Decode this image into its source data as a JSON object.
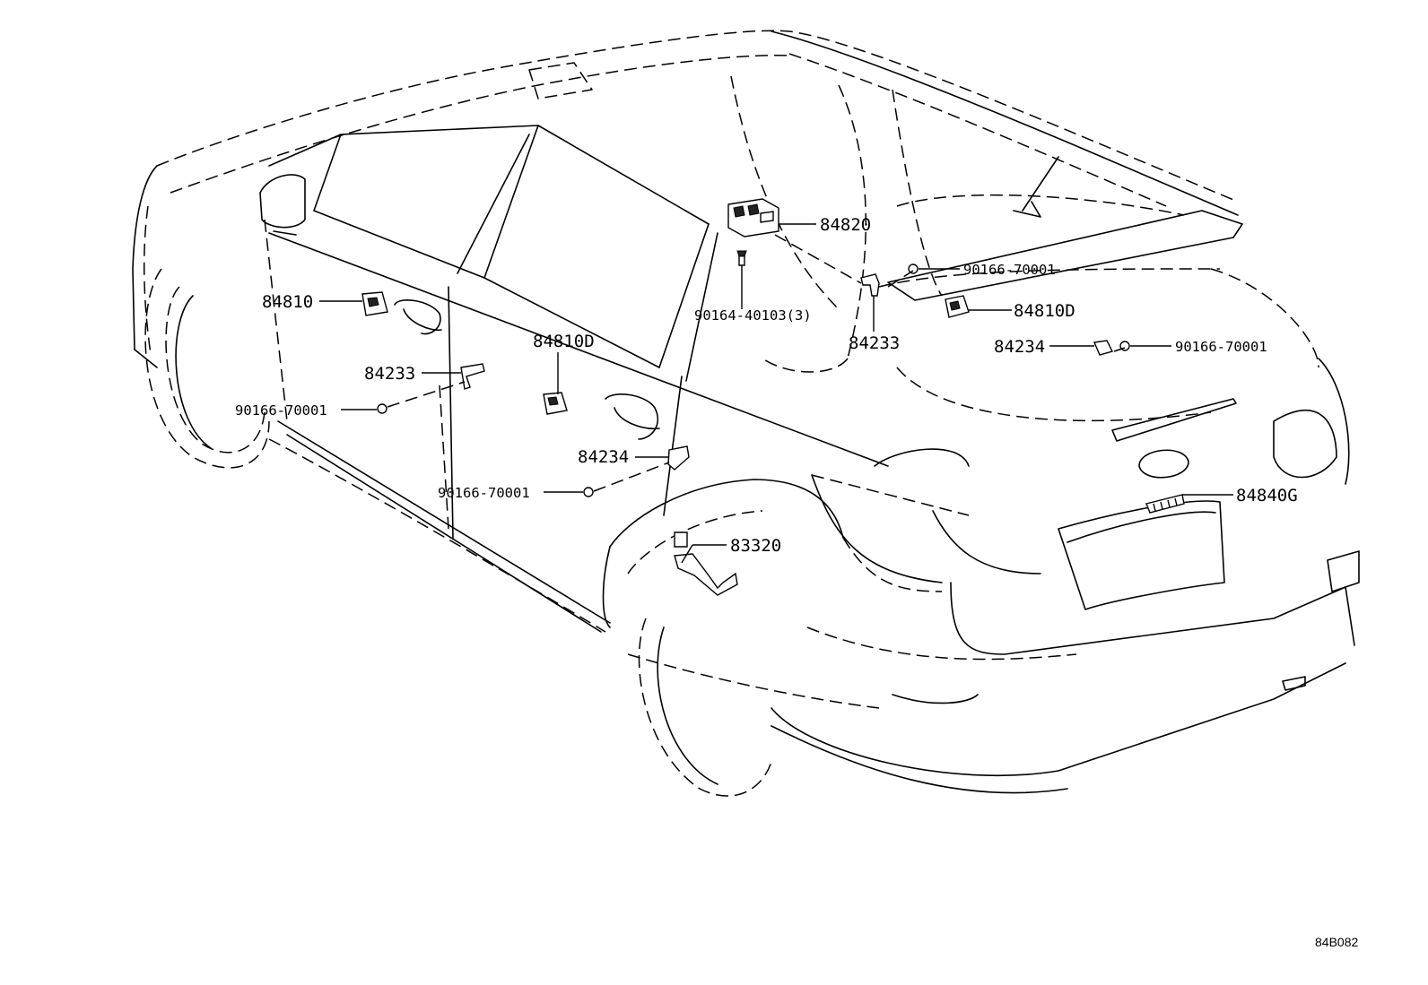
{
  "labels": {
    "p84820": "84820",
    "p84810": "84810",
    "p84810D_front": "84810D",
    "p84810D_rear": "84810D",
    "p84233_left": "84233",
    "p84233_right": "84233",
    "p84234_mid": "84234",
    "p84234_right": "84234",
    "p83320": "83320",
    "p84840G": "84840G",
    "p90164": "90164-40103(3)",
    "p90166_top": "90166-70001",
    "p90166_right": "90166-70001",
    "p90166_left": "90166-70001",
    "p90166_mid": "90166-70001"
  },
  "diagram_code": "84B082"
}
